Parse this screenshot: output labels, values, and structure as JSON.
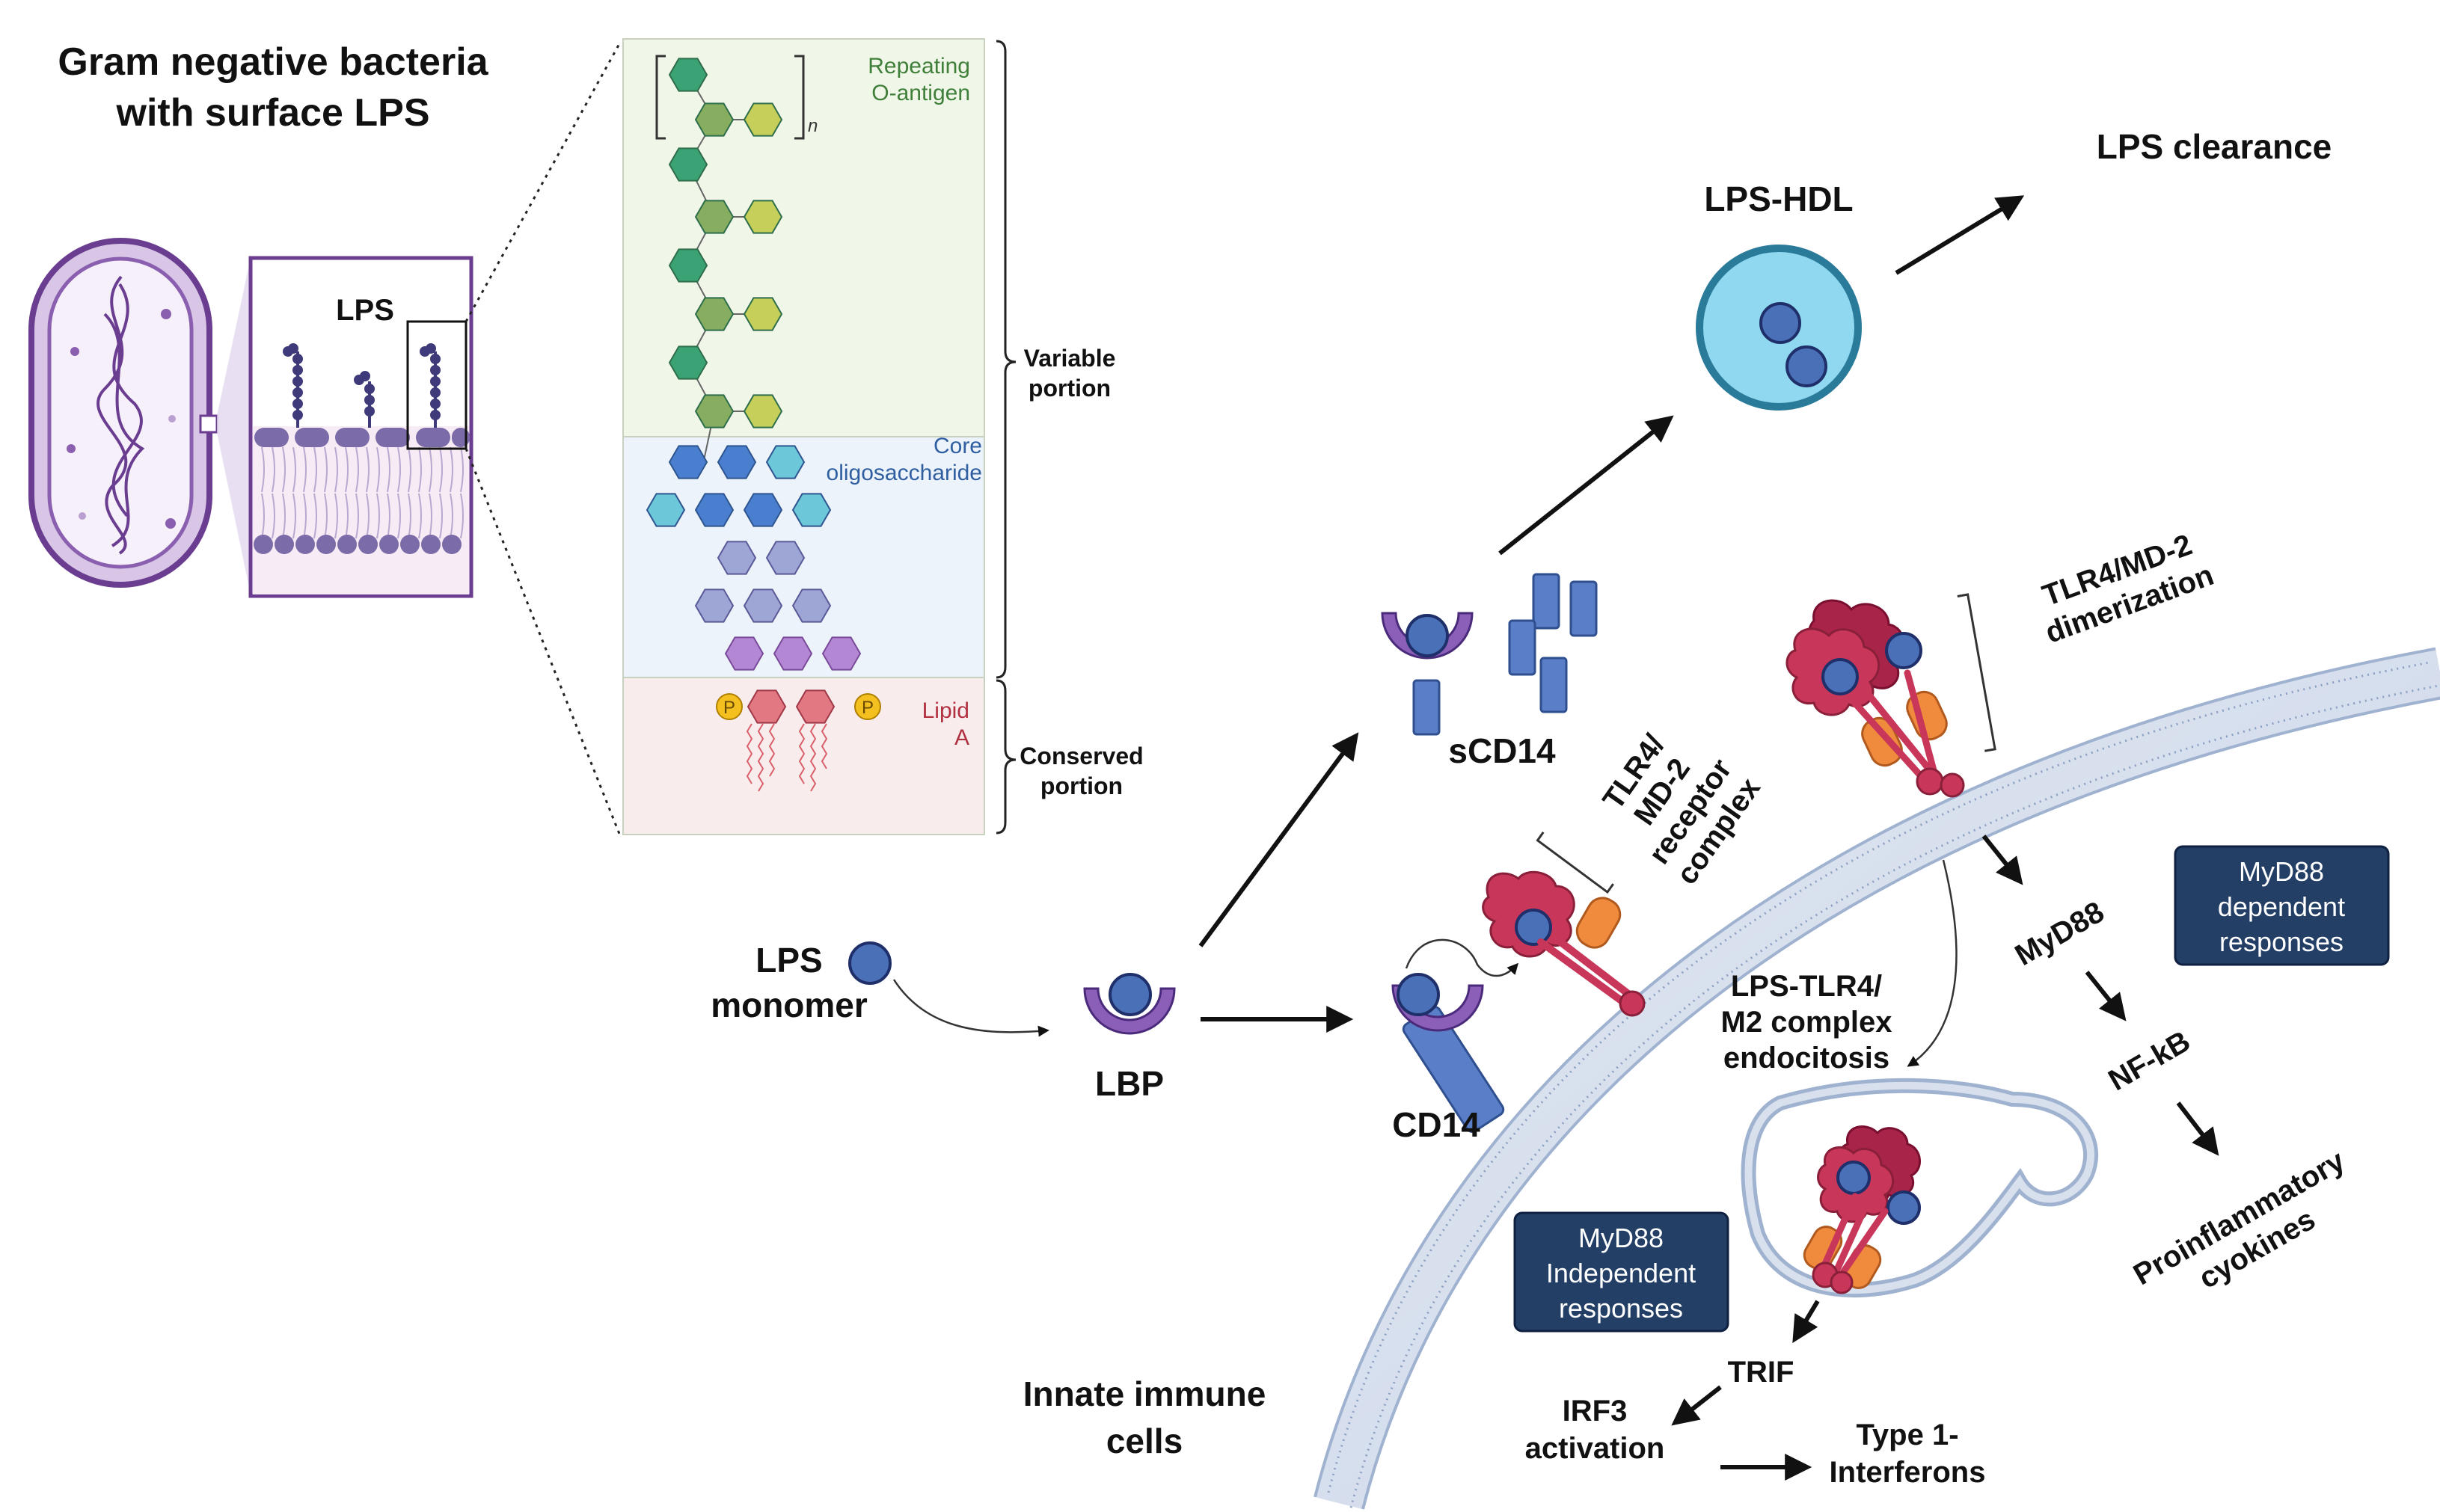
{
  "title": {
    "line1": "Gram negative bacteria",
    "line2": "with surface LPS"
  },
  "membrane_inset": {
    "label": "LPS"
  },
  "lps_structure": {
    "o_antigen": {
      "line1": "Repeating",
      "line2": "O-antigen",
      "subscript": "n"
    },
    "core": {
      "line1": "Core",
      "line2": "oligosaccharide"
    },
    "lipid_a": {
      "line1": "Lipid",
      "line2": "A",
      "phosphate": "P"
    },
    "variable_portion": {
      "line1": "Variable",
      "line2": "portion"
    },
    "conserved_portion": {
      "line1": "Conserved",
      "line2": "portion"
    }
  },
  "pathway": {
    "lps_monomer": {
      "line1": "LPS",
      "line2": "monomer"
    },
    "lbp": "LBP",
    "cd14": "CD14",
    "scd14": "sCD14",
    "lps_hdl": "LPS-HDL",
    "lps_clearance": "LPS clearance",
    "receptor_complex": {
      "line1": "TLR4/",
      "line2": "MD-2",
      "line3": "receptor",
      "line4": "complex"
    },
    "dimerization": {
      "line1": "TLR4/MD-2",
      "line2": "dimerization"
    },
    "endocytosis": {
      "line1": "LPS-TLR4/",
      "line2": "M2 complex",
      "line3": "endocitosis"
    },
    "myd88": "MyD88",
    "nfkb": "NF-kB",
    "proinflammatory": {
      "line1": "Proinflammatory",
      "line2": "cyokines"
    },
    "myd88_dependent": {
      "line1": "MyD88",
      "line2": "dependent",
      "line3": "responses"
    },
    "myd88_independent": {
      "line1": "MyD88",
      "line2": "Independent",
      "line3": "responses"
    },
    "trif": "TRIF",
    "irf3": {
      "line1": "IRF3",
      "line2": "activation"
    },
    "interferons": {
      "line1": "Type 1-",
      "line2": "Interferons"
    },
    "innate_cells": {
      "line1": "Innate immune",
      "line2": "cells"
    }
  },
  "colors": {
    "bacteria": "#6a3d91",
    "o_antigen_green": "#3a9a6e",
    "core_blue": "#4a7fcf",
    "lipid_red": "#d9606c",
    "receptor_crimson": "#c8375a",
    "md2_orange": "#f08a3c",
    "lps_blue": "#4a70b8",
    "hdl_cyan": "#8fd8f0",
    "response_box": "#233f66"
  }
}
